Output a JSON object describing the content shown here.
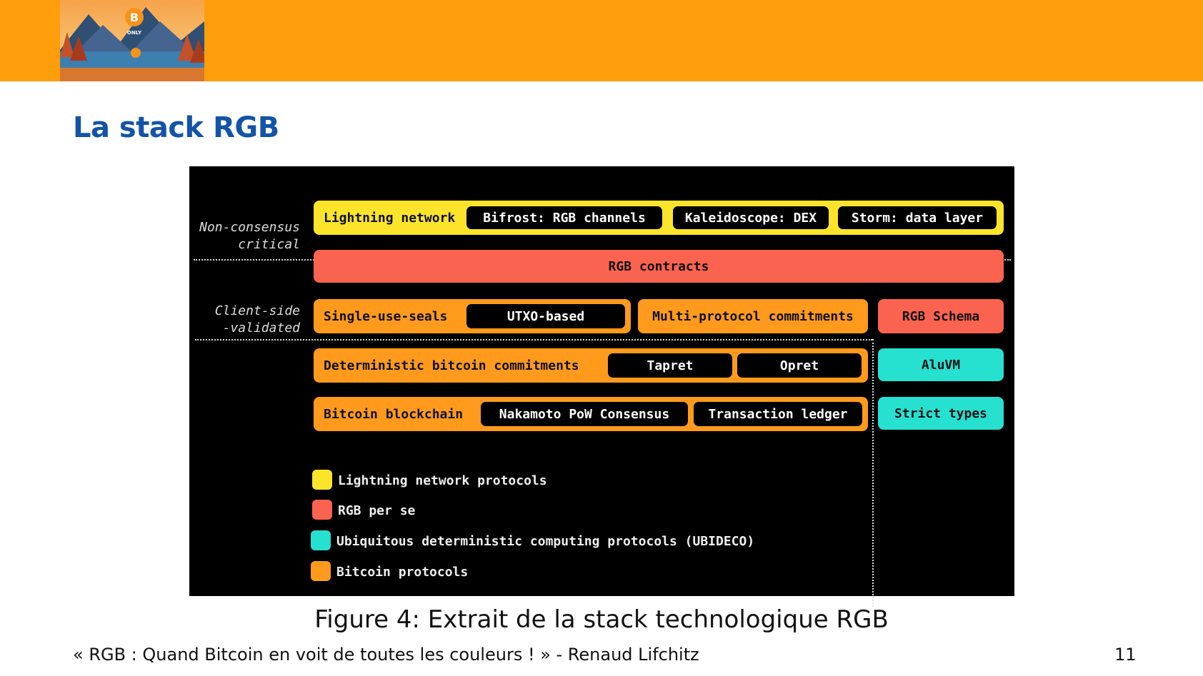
{
  "header": {
    "logo_alt": "Bitcoin Only mountain logo"
  },
  "slide": {
    "title": "La stack RGB",
    "caption": "Figure 4: Extrait de la stack technologique RGB",
    "footer": "« RGB : Quand Bitcoin en voit de toutes les couleurs ! » - Renaud Lifchitz",
    "page_number": "11"
  },
  "diagram": {
    "side_labels": {
      "non_consensus_1": "Non-consensus",
      "non_consensus_2": "critical",
      "client_side_1": "Client-side",
      "client_side_2": "-validated"
    },
    "lightning": {
      "label": "Lightning network",
      "items": [
        "Bifrost: RGB channels",
        "Kaleidoscope: DEX",
        "Storm: data layer"
      ]
    },
    "rgb_contracts": "RGB contracts",
    "seals": {
      "label": "Single-use-seals",
      "item": "UTXO-based"
    },
    "multi_protocol": "Multi-protocol commitments",
    "rgb_schema": "RGB Schema",
    "dbc": {
      "label": "Deterministic bitcoin commitments",
      "items": [
        "Tapret",
        "Opret"
      ]
    },
    "aluvm": "AluVM",
    "blockchain": {
      "label": "Bitcoin blockchain",
      "items": [
        "Nakamoto PoW Consensus",
        "Transaction ledger"
      ]
    },
    "strict_types": "Strict types",
    "legend": [
      {
        "label": "Lightning network protocols",
        "color": "#fbe42a"
      },
      {
        "label": "RGB per se",
        "color": "#fa6350"
      },
      {
        "label": "Ubiquitous deterministic computing protocols (UBIDECO)",
        "color": "#26e0d0"
      },
      {
        "label": "Bitcoin protocols",
        "color": "#ff9a1c"
      }
    ]
  },
  "colors": {
    "header_bar": "#ff9e0b",
    "title": "#1454a8"
  }
}
